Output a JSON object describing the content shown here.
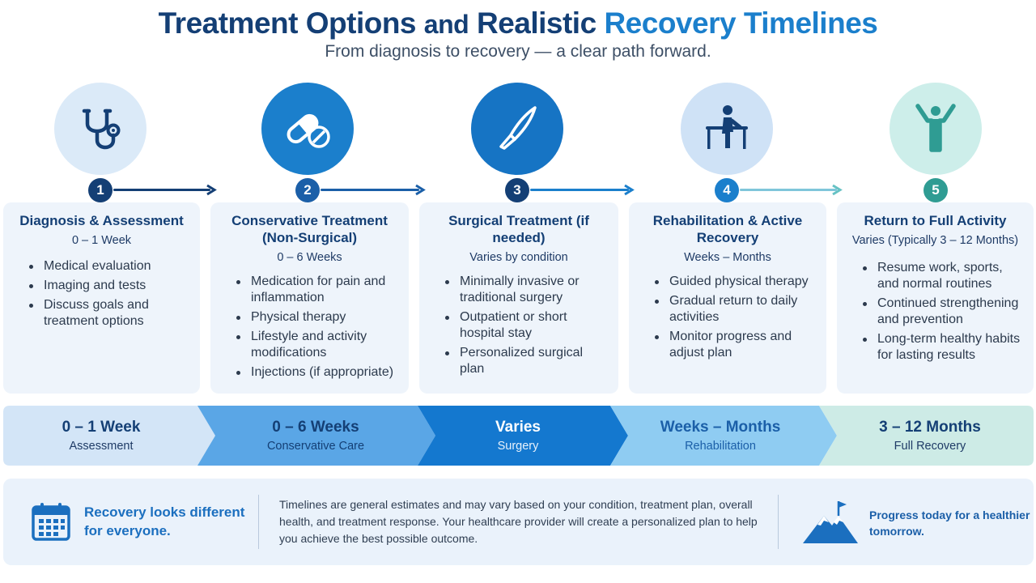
{
  "header": {
    "title_part1": "Treatment Options",
    "title_part2": "and",
    "title_part3": "Realistic",
    "title_part4": "Recovery Timelines",
    "subtitle": "From diagnosis to recovery — a clear path forward."
  },
  "steps": [
    {
      "number": "1",
      "icon": "stethoscope-icon",
      "title": "Diagnosis & Assessment",
      "duration": "0 – 1 Week",
      "bullets": [
        "Medical evaluation",
        "Imaging and tests",
        "Discuss goals and treatment options"
      ]
    },
    {
      "number": "2",
      "icon": "pill-icon",
      "title": "Conservative Treatment (Non-Surgical)",
      "duration": "0 – 6 Weeks",
      "bullets": [
        "Medication for pain and inflammation",
        "Physical therapy",
        "Lifestyle and activity modifications",
        "Injections (if appropriate)"
      ]
    },
    {
      "number": "3",
      "icon": "scalpel-icon",
      "title": "Surgical Treatment (if needed)",
      "duration": "Varies by condition",
      "bullets": [
        "Minimally invasive or traditional surgery",
        "Outpatient or short hospital stay",
        "Personalized surgical plan"
      ]
    },
    {
      "number": "4",
      "icon": "rehab-walker-icon",
      "title": "Rehabilitation & Active Recovery",
      "duration": "Weeks – Months",
      "bullets": [
        "Guided physical therapy",
        "Gradual return to daily activities",
        "Monitor progress and adjust plan"
      ]
    },
    {
      "number": "5",
      "icon": "person-arms-raised-icon",
      "title": "Return to Full Activity",
      "duration": "Varies (Typically 3 – 12 Months)",
      "bullets": [
        "Resume work, sports, and normal routines",
        "Continued strengthening and prevention",
        "Long-term healthy habits for lasting results"
      ]
    }
  ],
  "timeline": [
    {
      "main": "0 – 1 Week",
      "sub": "Assessment"
    },
    {
      "main": "0 – 6 Weeks",
      "sub": "Conservative Care"
    },
    {
      "main": "Varies",
      "sub": "Surgery"
    },
    {
      "main": "Weeks – Months",
      "sub": "Rehabilitation"
    },
    {
      "main": "3 – 12 Months",
      "sub": "Full Recovery"
    }
  ],
  "footer": {
    "icon": "calendar-icon",
    "heading": "Recovery looks different for everyone.",
    "body": "Timelines are general estimates and may vary based on your condition, treatment plan, overall health, and treatment response. Your healthcare provider will create a personalized plan to help you achieve the best possible outcome.",
    "tag_icon": "mountain-flag-icon",
    "tagline": "Progress today for a healthier tomorrow."
  },
  "colors": {
    "navy": "#143f75",
    "blue": "#1b7fcc",
    "light_blue": "#dbeaf8",
    "teal": "#5cc3b8",
    "card_bg": "#eef4fb"
  }
}
